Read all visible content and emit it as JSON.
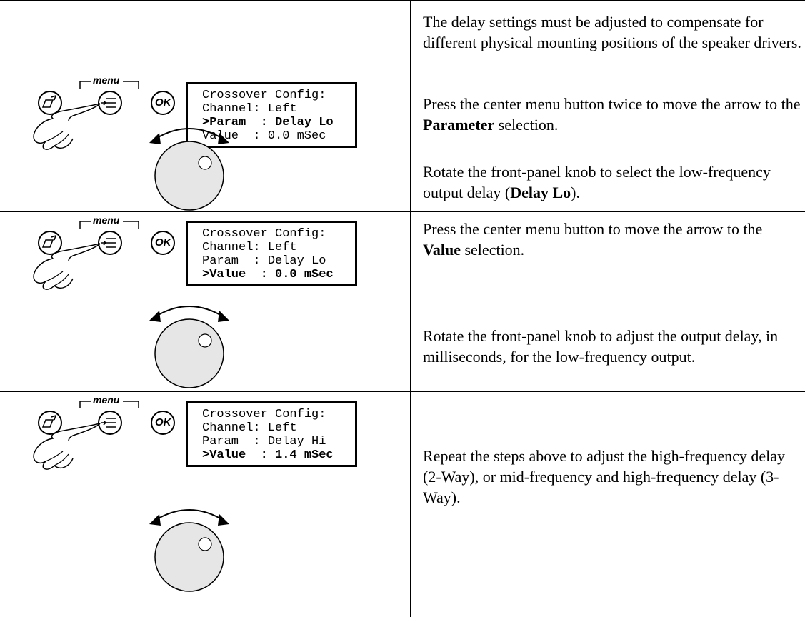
{
  "menu_label": "menu",
  "ok_label": "OK",
  "rows": [
    {
      "lcd": [
        "Crossover Config:",
        "Channel: Left",
        ">Param  : Delay Lo",
        "Value  : 0.0 mSec"
      ],
      "p1": "The delay settings must be adjusted to compensate for different physical mounting positions of the speaker drivers.",
      "p2_pre": "Press the center menu button twice to move the arrow to the ",
      "p2_bold": "Parameter",
      "p2_post": " selection.",
      "p3_pre": "Rotate the front-panel knob to select the low-frequency output delay (",
      "p3_bold": "Delay Lo",
      "p3_post": ")."
    },
    {
      "lcd": [
        "Crossover Config:",
        "Channel: Left",
        "Param  : Delay Lo",
        ">Value  : 0.0 mSec"
      ],
      "p1_pre": "Press the center menu button to move the arrow to the ",
      "p1_bold": "Value",
      "p1_post": " selection.",
      "p2": "Rotate the front-panel knob to adjust the output delay, in milliseconds, for the low-frequency output."
    },
    {
      "lcd": [
        "Crossover Config:",
        "Channel: Left",
        "Param  : Delay Hi",
        ">Value  : 1.4 mSec"
      ],
      "p1": "Repeat the steps above to adjust the high-frequency delay (2-Way), or mid-frequency and high-frequency delay (3-Way)."
    }
  ]
}
